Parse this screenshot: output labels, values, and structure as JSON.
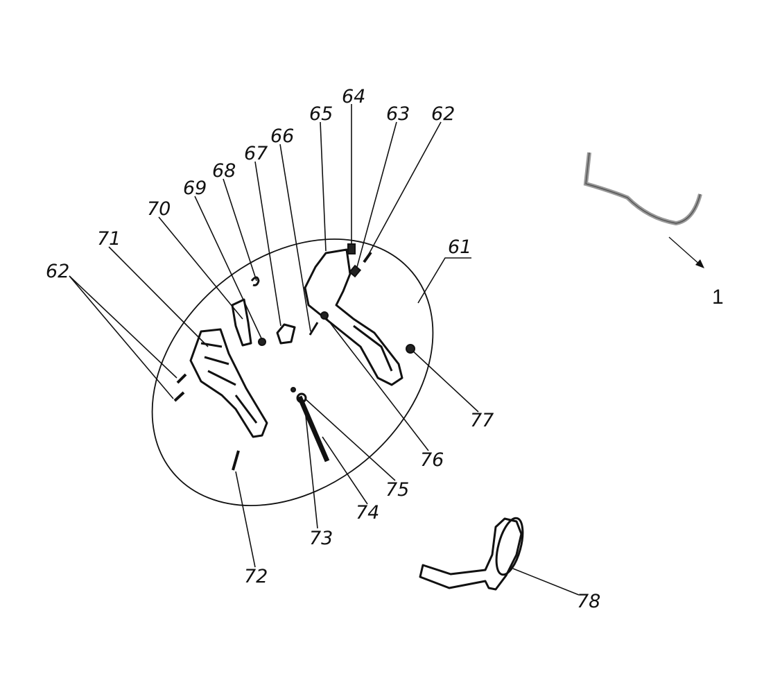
{
  "diagram": {
    "type": "exploded-parts-diagram",
    "callouts": {
      "p61": "61",
      "p62_top": "62",
      "p63": "63",
      "p64": "64",
      "p65": "65",
      "p66": "66",
      "p67": "67",
      "p68": "68",
      "p69": "69",
      "p70": "70",
      "p71": "71",
      "p62_left": "62",
      "p72": "72",
      "p73": "73",
      "p74": "74",
      "p75": "75",
      "p76": "76",
      "p77": "77",
      "p78": "78",
      "assembly": "1"
    }
  }
}
